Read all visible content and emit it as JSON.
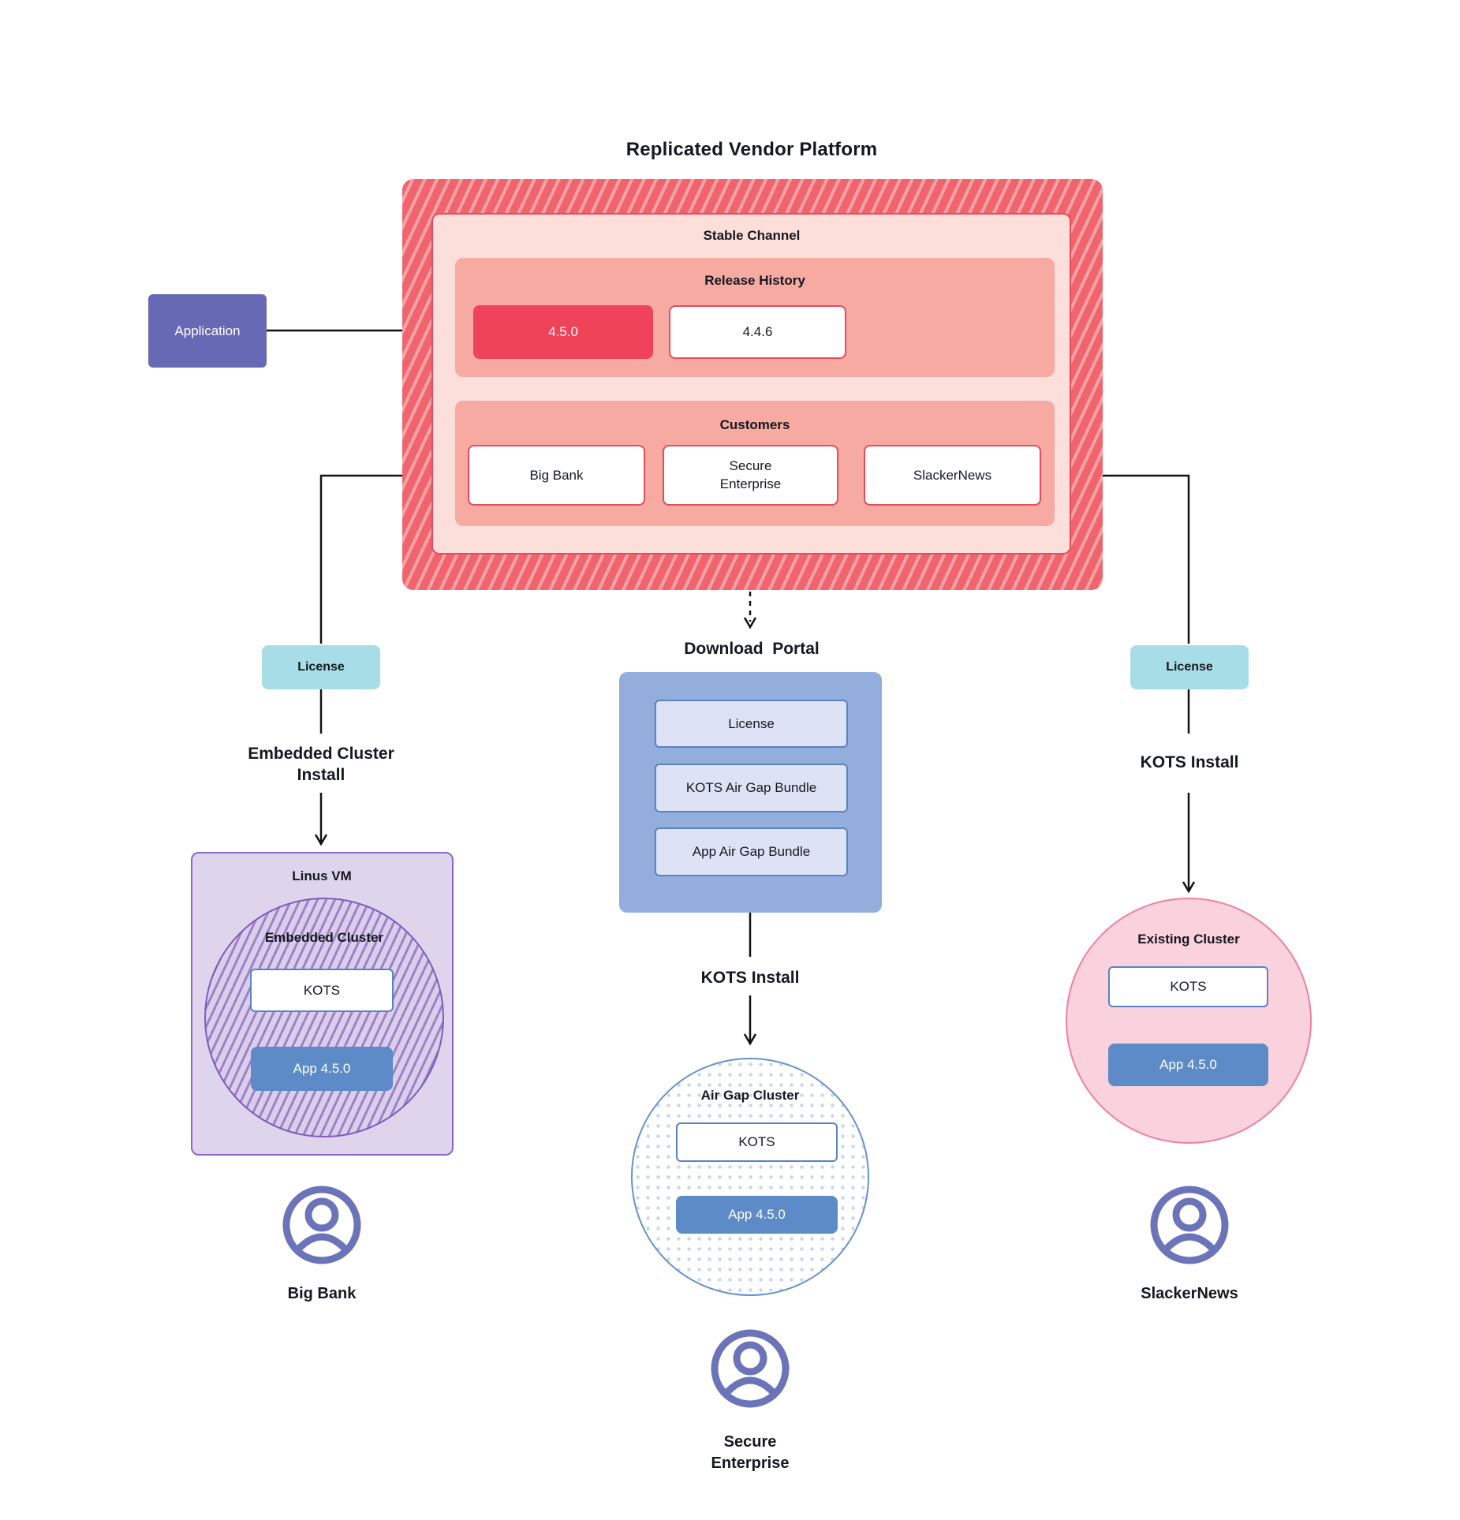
{
  "title": "Replicated Vendor Platform",
  "application": {
    "label": "Application"
  },
  "platform": {
    "channel_label": "Stable Channel",
    "release_history": {
      "label": "Release History",
      "current_version": "4.5.0",
      "previous_version": "4.4.6"
    },
    "customers": {
      "label": "Customers",
      "items": [
        {
          "name": "Big Bank"
        },
        {
          "name": "Secure\nEnterprise"
        },
        {
          "name": "SlackerNews"
        }
      ]
    }
  },
  "download_portal": {
    "title": "Download  Portal",
    "items": [
      {
        "label": "License"
      },
      {
        "label": "KOTS Air Gap Bundle"
      },
      {
        "label": "App Air Gap Bundle"
      }
    ]
  },
  "branches": {
    "left": {
      "license": "License",
      "install": "Embedded Cluster\nInstall",
      "host": "Linus VM",
      "cluster": "Embedded Cluster",
      "kots": "KOTS",
      "app": "App 4.5.0",
      "user": "Big Bank"
    },
    "middle": {
      "install": "KOTS Install",
      "cluster": "Air Gap Cluster",
      "kots": "KOTS",
      "app": "App 4.5.0",
      "user": "Secure\nEnterprise"
    },
    "right": {
      "license": "License",
      "install": "KOTS Install",
      "cluster": "Existing Cluster",
      "kots": "KOTS",
      "app": "App 4.5.0",
      "user": "SlackerNews"
    }
  },
  "colors": {
    "platform_stripe_red": "#f0656d",
    "platform_stripe_light": "#f7a2a7",
    "channel_bg": "#fcdeda",
    "channel_border": "#e84a5f",
    "section_bg": "#f6aaa2",
    "release_current_bg": "#ee4358",
    "application_bg": "#6769b4",
    "license_bg": "#a7dde6",
    "portal_bg": "#93aedd",
    "portal_item_bg": "#dde3f5",
    "portal_item_border": "#5b82c4",
    "app_deploy_bg": "#5c8bc7",
    "vm_bg": "#ded5ed",
    "vm_border": "#8a68c5",
    "embedded_hatch_stripe": "#9f81cb",
    "airgap_border": "#6592cc",
    "airgap_dot": "#c3d7f0",
    "existing_bg": "#f9d2dd",
    "existing_border": "#ef80a2",
    "user_icon": "#6b74b8",
    "connector": "#111111"
  }
}
